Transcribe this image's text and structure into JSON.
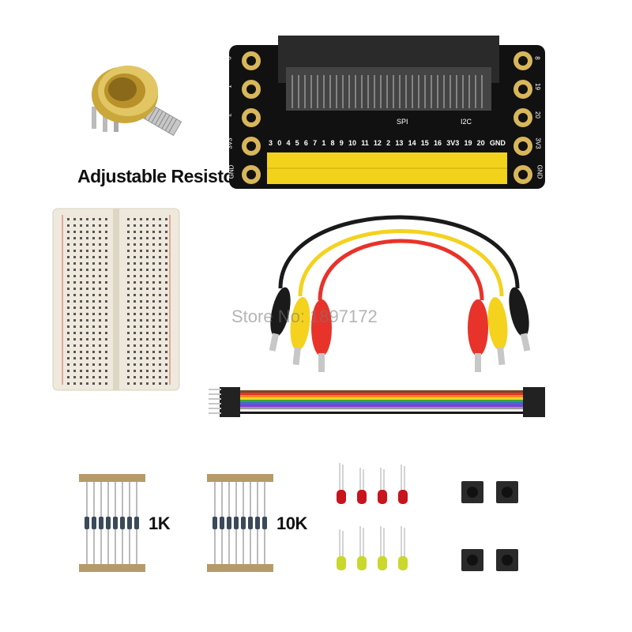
{
  "captions": {
    "adjustable_resistor": "Adjustable Resistor",
    "resistor_1k": "1K",
    "resistor_10k": "10K"
  },
  "watermark": "Store No: 1897172",
  "board": {
    "left_pins": [
      "0",
      "1",
      "2",
      "3V3",
      "GND"
    ],
    "right_pins": [
      "8",
      "19",
      "20",
      "3V3",
      "GND"
    ],
    "pin_numbers": [
      "3",
      "0",
      "4",
      "5",
      "6",
      "7",
      "1",
      "8",
      "9",
      "10",
      "11",
      "12",
      "2",
      "13",
      "14",
      "15",
      "16",
      "3V3",
      "19",
      "20",
      "GND"
    ],
    "chip_label": "SPI",
    "i2c_label": "I2C"
  },
  "colors": {
    "board": "#111111",
    "header_yellow": "#f2d21b",
    "pad_gold": "#d8b65a",
    "wire_red": "#e8332a",
    "wire_yellow": "#f4d21e",
    "wire_black": "#1a1a1a",
    "led_red": "#c8141c",
    "led_green": "#c9d82a"
  }
}
